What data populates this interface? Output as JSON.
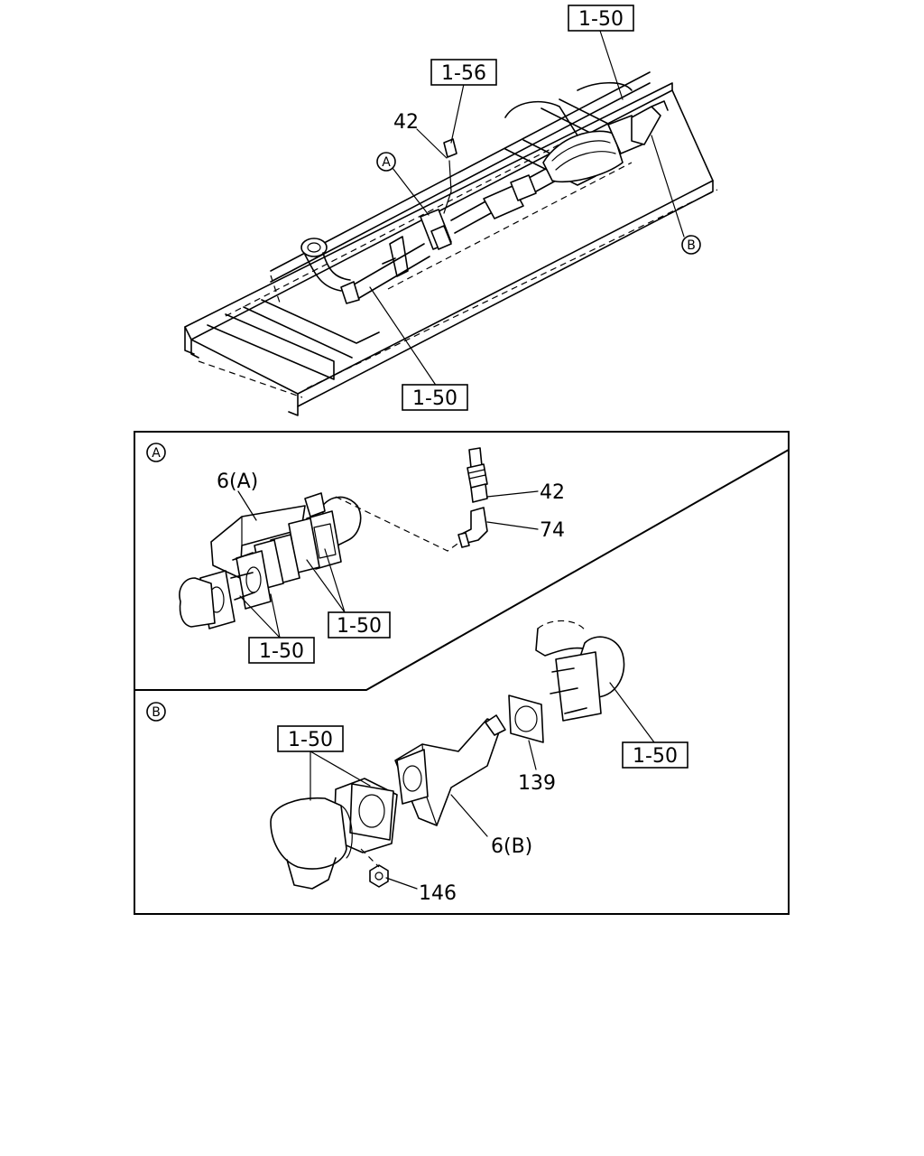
{
  "callouts": {
    "ref_top": "1-50",
    "ref_sensor": "1-56",
    "ref_bottom_overview": "1-50",
    "part_42_overview": "42",
    "marker_a_overview": "A",
    "marker_b_overview": "B"
  },
  "detail_a": {
    "marker": "A",
    "part_6a": "6(A)",
    "part_42": "42",
    "part_74": "74",
    "ref_right": "1-50",
    "ref_left": "1-50"
  },
  "detail_b": {
    "marker": "B",
    "ref_left": "1-50",
    "ref_right": "1-50",
    "part_139": "139",
    "part_6b": "6(B)",
    "part_146": "146"
  }
}
